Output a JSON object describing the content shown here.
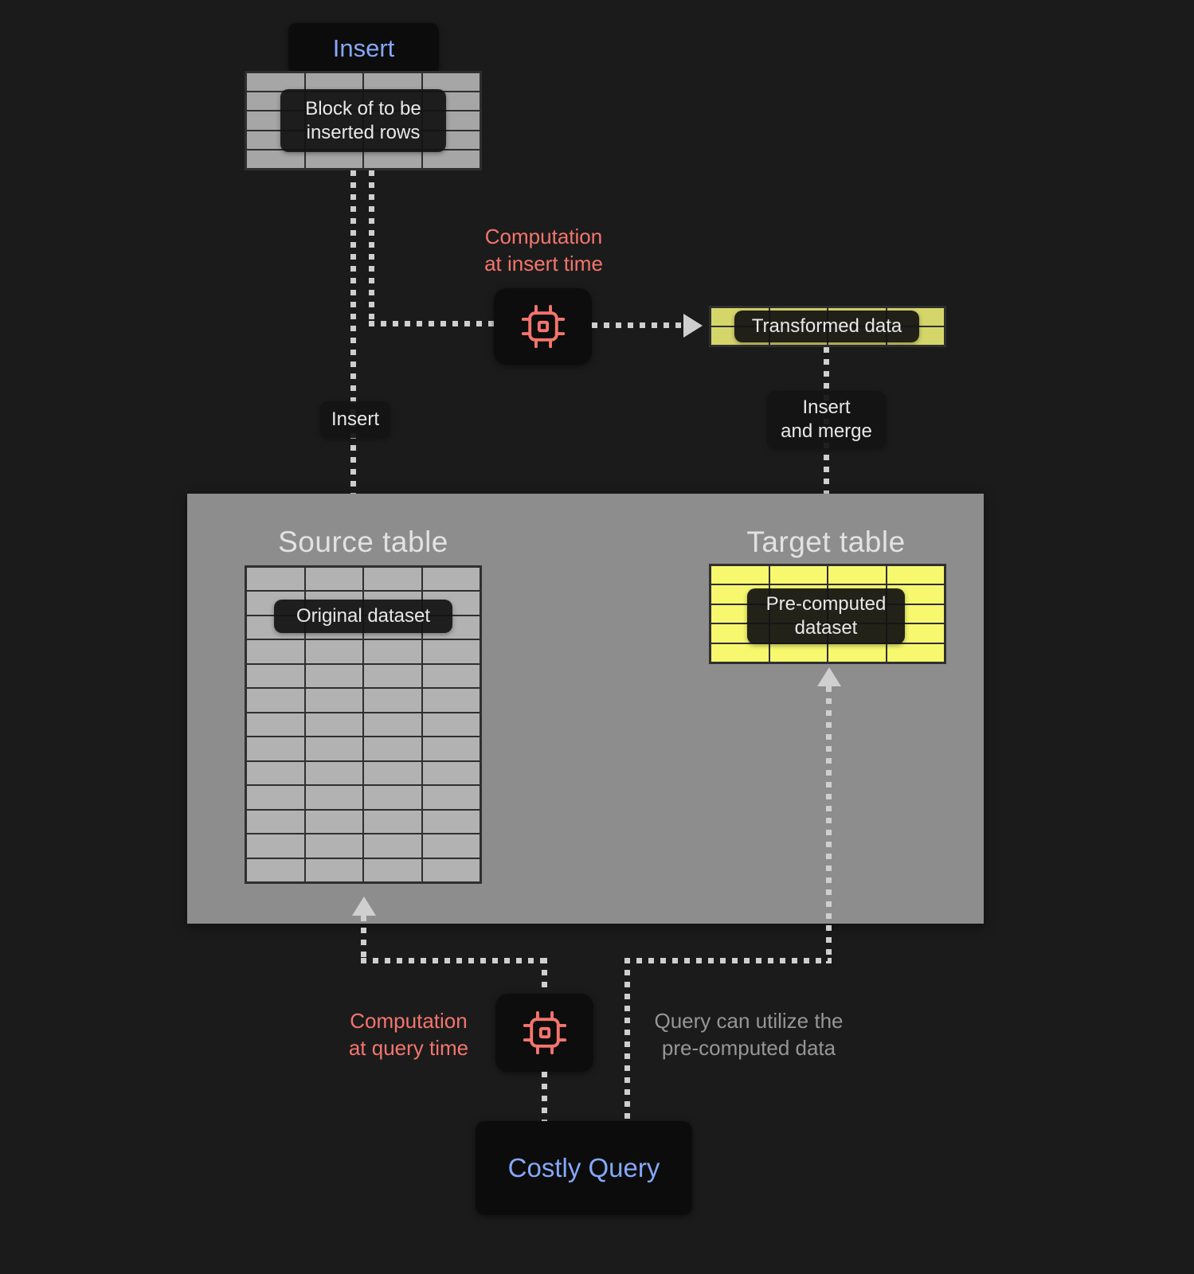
{
  "labels": {
    "insert_top": "Insert",
    "block_rows": "Block of to be\ninserted rows",
    "computation_insert": "Computation\nat insert time",
    "transformed_data": "Transformed data",
    "insert_edge": "Insert",
    "insert_and_merge": "Insert\nand merge",
    "source_table": "Source table",
    "original_dataset": "Original dataset",
    "target_table": "Target table",
    "precomputed_dataset": "Pre-computed\ndataset",
    "computation_query": "Computation\nat query time",
    "query_note": "Query can utilize the\npre-computed data",
    "costly_query": "Costly Query"
  },
  "colors": {
    "accent_blue": "#85a8f8",
    "accent_red": "#f4756d",
    "table_gray": "#a6a6a6",
    "table_yellow": "#f7f86e",
    "table_olive": "#d5d66a",
    "panel_gray": "#8d8d8d",
    "connector": "#cfcfcf",
    "background": "#1b1b1b"
  },
  "tables": {
    "block": {
      "rows": 5,
      "cols": 4
    },
    "transformed": {
      "rows": 2,
      "cols": 4
    },
    "source": {
      "rows": 13,
      "cols": 4
    },
    "target": {
      "rows": 5,
      "cols": 4
    }
  }
}
